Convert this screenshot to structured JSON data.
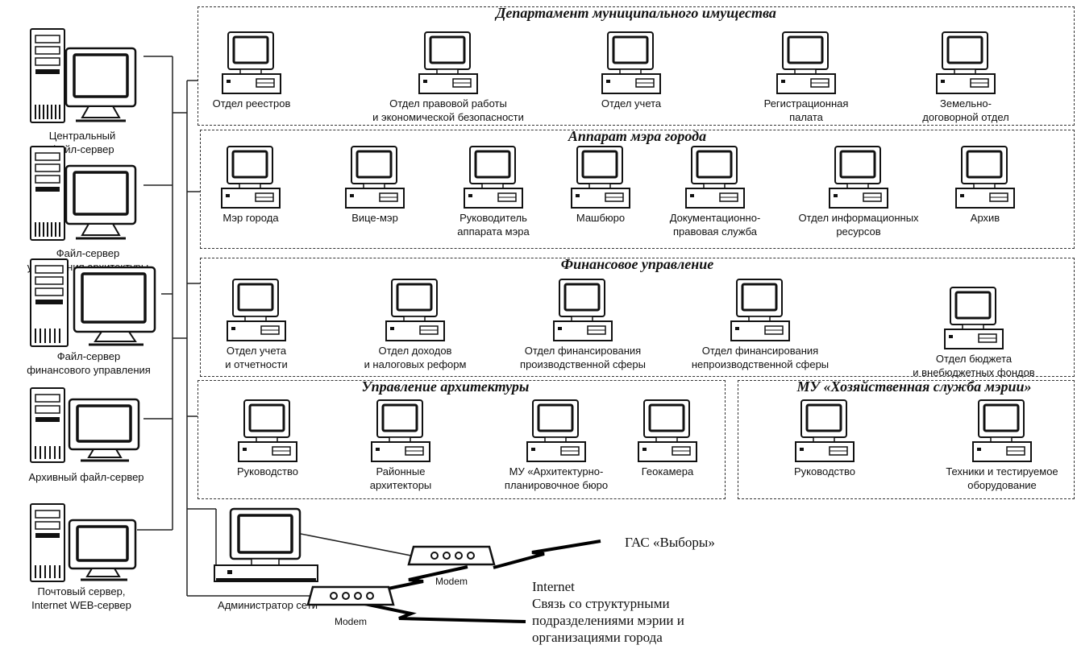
{
  "servers": [
    {
      "label": "Центральный\nфайл-сервер"
    },
    {
      "label": "Файл-сервер\nуправления архитектуры"
    },
    {
      "label": "Файл-сервер\nфинансового управления"
    },
    {
      "label": "Архивный файл-сервер"
    },
    {
      "label": "Почтовый сервер,\nInternet WEB-сервер"
    }
  ],
  "groups": [
    {
      "title": "Департамент муниципального имущества",
      "nodes": [
        "Отдел реестров",
        "Отдел правовой работы\nи экономической безопасности",
        "Отдел учета",
        "Регистрационная\nпалата",
        "Земельно-\nдоговорной отдел"
      ]
    },
    {
      "title": "Аппарат мэра города",
      "nodes": [
        "Мэр города",
        "Вице-мэр",
        "Руководитель\nаппарата мэра",
        "Машбюро",
        "Документационно-\nправовая служба",
        "Отдел информационных\nресурсов",
        "Архив"
      ]
    },
    {
      "title": "Финансовое управление",
      "nodes": [
        "Отдел учета\nи отчетности",
        "Отдел доходов\nи налоговых реформ",
        "Отдел финансирования\nпроизводственной сферы",
        "Отдел финансирования\nнепроизводственной сферы",
        "Отдел бюджета\nи внебюджетных фондов"
      ]
    },
    {
      "title": "Управление архитектуры",
      "nodes": [
        "Руководство",
        "Районные\nархитекторы",
        "МУ «Архитектурно-\nпланировочное бюро",
        "Геокамера"
      ]
    },
    {
      "title": "МУ «Хозяйственная служба мэрии»",
      "nodes": [
        "Руководство",
        "Техники и тестируемое\nоборудование"
      ]
    }
  ],
  "admin": {
    "label": "Администратор сети"
  },
  "modems": [
    {
      "label": "Modem"
    },
    {
      "label": "Modem"
    }
  ],
  "external": {
    "gas": "ГАС «Выборы»",
    "internet": "Internet",
    "link1": "Связь со структурными",
    "link2": "подразделениями мэрии и",
    "link3": "организациями города"
  }
}
